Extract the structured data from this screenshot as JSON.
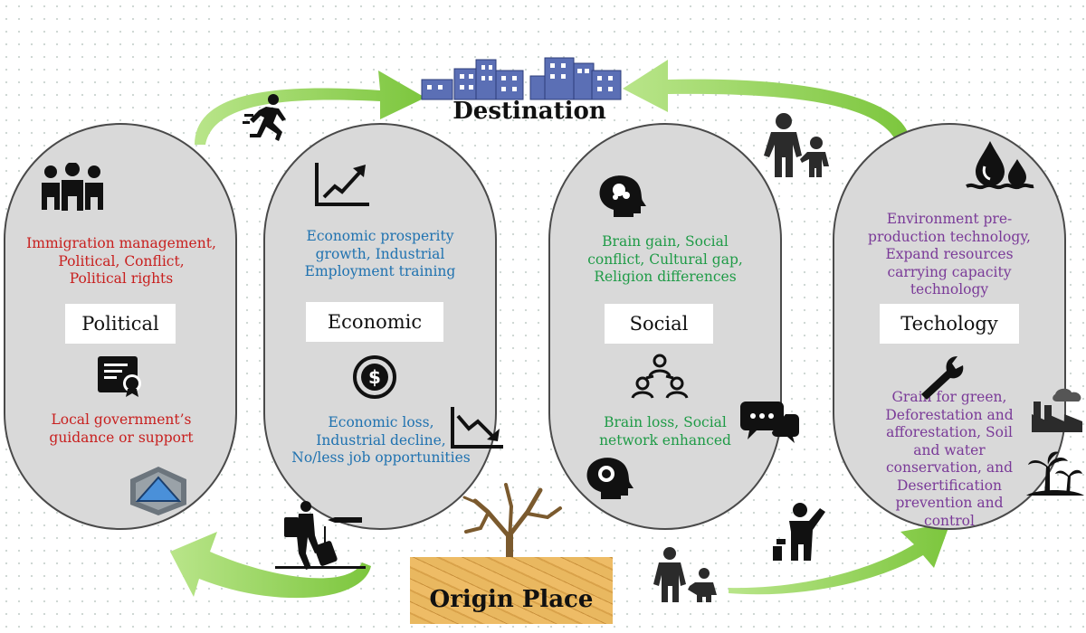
{
  "destination": {
    "title": "Destination"
  },
  "origin": {
    "title": "Origin Place"
  },
  "pillars": [
    {
      "label": "Political",
      "top_text": "Immigration management,\nPolitical, Conflict,\nPolitical rights",
      "bottom_text": "Local government’s\nguidance or support"
    },
    {
      "label": "Economic",
      "top_text": "Economic prosperity\ngrowth, Industrial\nEmployment training",
      "bottom_text": "Economic loss,\nIndustrial decline,\nNo/less job opportunities"
    },
    {
      "label": "Social",
      "top_text": "Brain gain, Social\nconflict, Cultural gap,\nReligion differences",
      "bottom_text": "Brain loss, Social\nnetwork enhanced"
    },
    {
      "label": "Techology",
      "top_text": "Environment pre-\nproduction technology,\nExpand resources\ncarrying capacity\ntechnology",
      "bottom_text": "Grain for green,\nDeforestation and\nafforestation, Soil\nand water\nconservation, and\nDesertification\nprevention and\ncontrol"
    }
  ],
  "colors": {
    "political": "#c8201f",
    "economic": "#1f72b0",
    "social": "#1f9b47",
    "technology": "#7a3a98",
    "arrow": "#8fd14f"
  }
}
